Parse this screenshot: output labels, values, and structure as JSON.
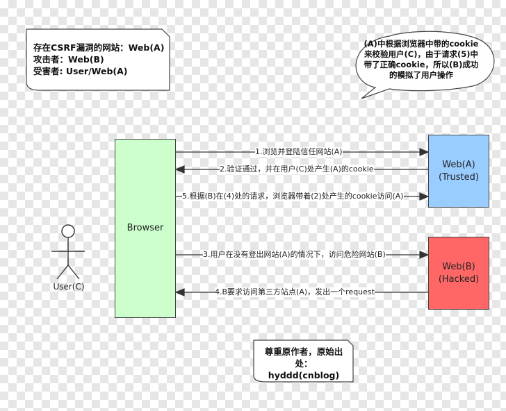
{
  "colors": {
    "browser_fill": "#ccffcc",
    "trusted_fill": "#99ccff",
    "hacked_fill": "#ff6666"
  },
  "notes": {
    "main": "存在CSRF漏洞的网站：Web(A)\n攻击者：Web(B)\n受害者: User/Web(A)",
    "bubble": "(A)中根据浏览器中带的cookie\n来校验用户(C)，由于请求(5)中\n带了正确cookie，所以(B)成功\n的模拟了用户操作",
    "credit": "尊重原作者，原始出\n处：\nhyddd(cnblog)"
  },
  "actor": {
    "label": "User(C)"
  },
  "boxes": {
    "browser": "Browser",
    "trusted": "Web(A)\n(Trusted)",
    "hacked": "Web(B)\n(Hacked)"
  },
  "messages": [
    "1.浏览并登陆信任网站(A)",
    "2.验证通过，并在用户(C)处产生(A)的cookie",
    "5.根据(B)在(4)处的请求，浏览器带着(2)处产生的cookie访问(A)",
    "3.用户在没有登出网站(A)的情况下，访问危险网站(B)",
    "4.B要求访问第三方站点(A)，发出一个request"
  ]
}
